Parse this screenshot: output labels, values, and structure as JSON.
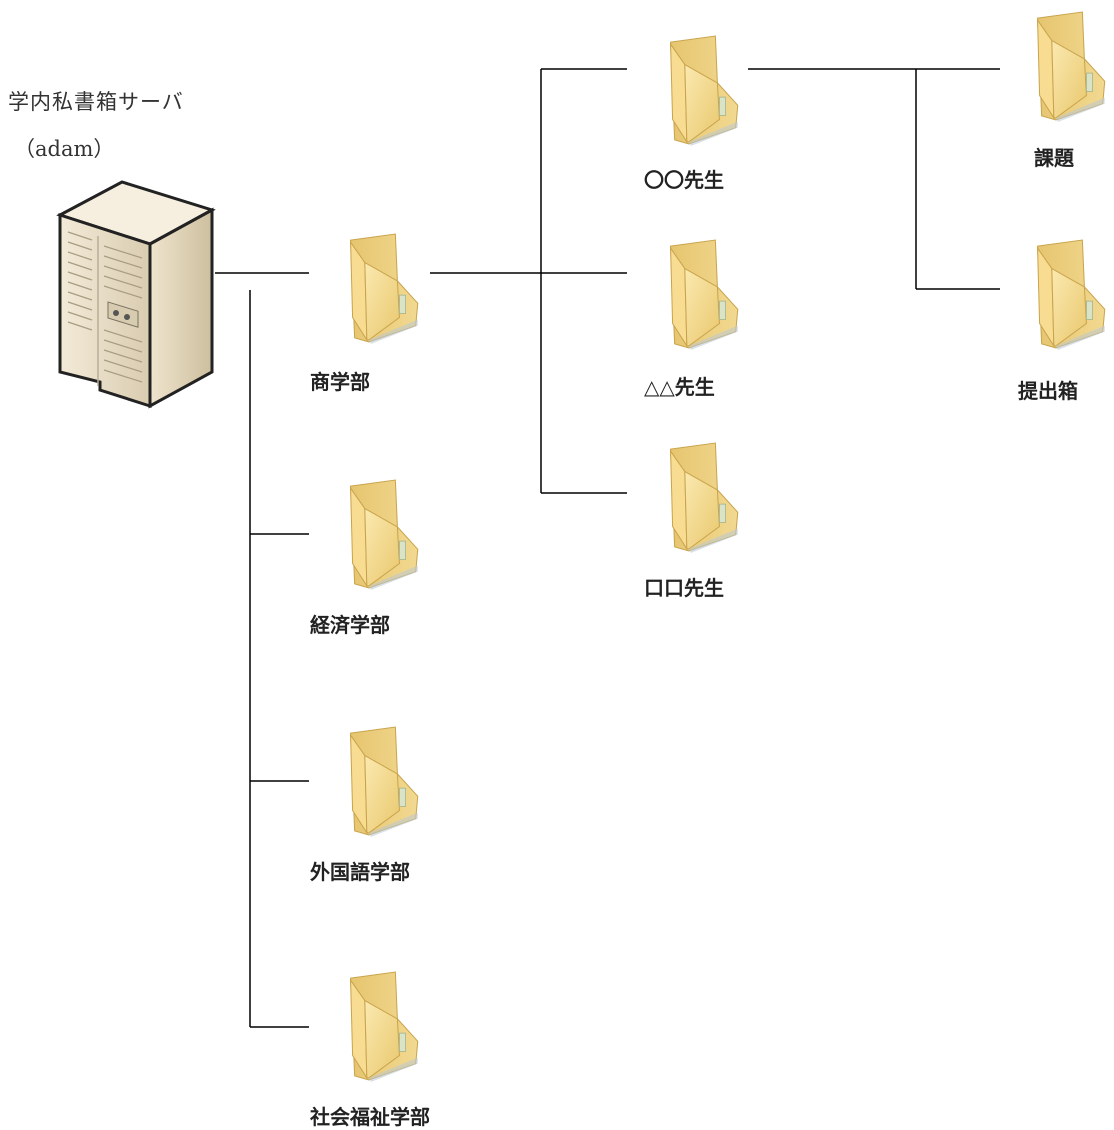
{
  "server": {
    "title": "学内私書箱サーバ",
    "subtitle": "（adam）"
  },
  "departments": [
    {
      "label": "商学部"
    },
    {
      "label": "経済学部"
    },
    {
      "label": "外国語学部"
    },
    {
      "label": "社会福祉学部"
    }
  ],
  "teachers": [
    {
      "label": "〇〇先生"
    },
    {
      "label": "△△先生"
    },
    {
      "label": "口口先生"
    }
  ],
  "subfolders": [
    {
      "label": "課題"
    },
    {
      "label": "提出箱"
    }
  ],
  "colors": {
    "line": "#000000",
    "folder_front": "#f3d88a",
    "folder_back": "#e4c06a",
    "folder_edge": "#c9a44d",
    "server_body": "#e8dcc4"
  }
}
